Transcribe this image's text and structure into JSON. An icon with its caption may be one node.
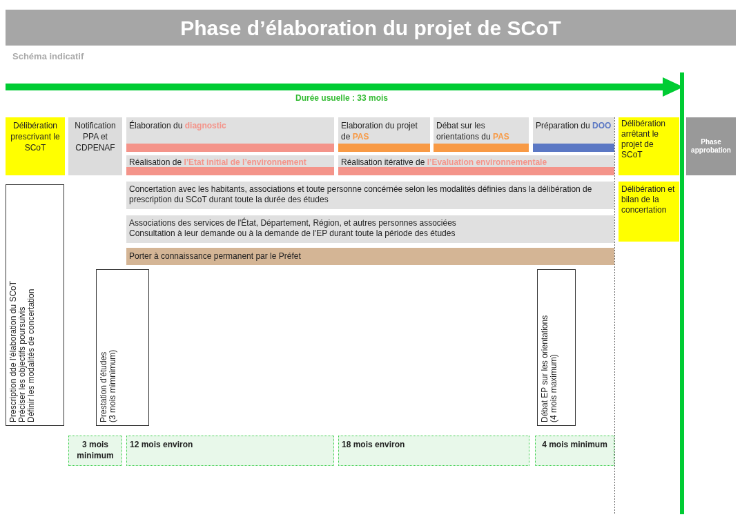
{
  "diagram": {
    "title": "Phase d’élaboration du projet de SCoT",
    "nodes": [
      {
        "text": [
          "Délibération prescrivant le SCoT"
        ]
      },
      {
        "text": [
          "Notification PPA et CDPENAF"
        ]
      },
      {
        "text": [
          "Élaboration du **diagnostic**"
        ]
      },
      {
        "text": [
          "Elaboration du projet de **PAS**"
        ]
      },
      {
        "text": [
          "Débat sur les orientations du **PAS**"
        ]
      },
      {
        "text": [
          "Préparation du **DOO**"
        ]
      },
      {
        "text": [
          "Réalisation de **l’Etat initial de l’environnement**"
        ]
      },
      {
        "text": [
          "Réalisation itérative de **l’Evaluation environnementale**"
        ]
      },
      {
        "text": [
          "Délibération arrêtant le projet de SCoT"
        ]
      },
      {
        "text": [
          "Phase approbation"
        ]
      },
      {
        "text": [
          "Concertation avec les habitants, associations et toute personne concérnée selon les modalités définies dans la délibération de prescription du SCoT durant toute la durée des études"
        ]
      },
      {
        "text": [
          "Associations des services de l'État, Département, Région, et autres personnes associées",
          "Consultation à leur demande ou à la demande de l'EP durant toute la période des études"
        ]
      },
      {
        "text": [
          "Délibération et bilan de la concertation"
        ]
      },
      {
        "text": [
          "Porter à connaissance permanent par le Préfet"
        ]
      },
      {
        "text": [
          "Prescription dde l'élaboration du SCoT",
          "Préciser les objectifs poursuivis",
          "Définir les modalités de concertation"
        ]
      },
      {
        "text": [
          "Prestation d'études",
          "(3 mois mimnimum)"
        ]
      },
      {
        "text": [
          "Débat EP sur les orientations",
          "(4 mois maximum)"
        ]
      },
      {
        "text": [
          "3 mois minimum"
        ]
      },
      {
        "text": [
          "12 mois environ"
        ]
      },
      {
        "text": [
          "18 mois environ"
        ]
      },
      {
        "text": [
          "4 mois minimum"
        ]
      }
    ],
    "labels": [
      "Schéma indicatif",
      "Durée usuelle : 33 mois"
    ]
  }
}
